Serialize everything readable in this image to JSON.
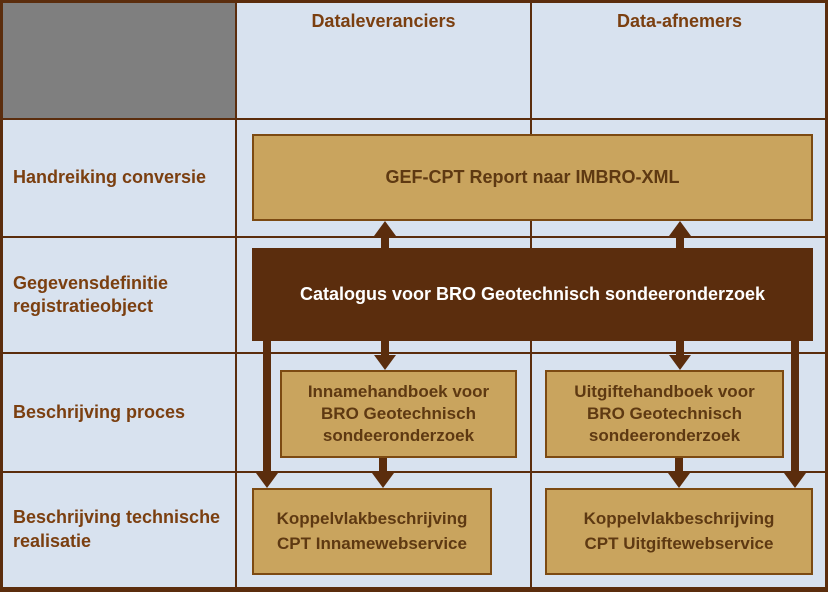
{
  "colors": {
    "background": "#D8E2EF",
    "grid_line": "#5B2D0D",
    "corner_fill": "#7F7F7F",
    "tan_fill": "#C9A45E",
    "tan_border": "#7C4A12",
    "dark_fill": "#5B2D0D",
    "heading_text": "#7B3F10",
    "box_text": "#5E3912",
    "inverse_text": "#FFFFFF"
  },
  "columns": [
    {
      "label": "Dataleveranciers"
    },
    {
      "label": "Data-afnemers"
    }
  ],
  "rows": [
    {
      "label": "Handreiking conversie"
    },
    {
      "label": "Gegevensdefinitie\nregistratieobject"
    },
    {
      "label": "Beschrijving proces"
    },
    {
      "label": "Beschrijving technische\nrealisatie"
    }
  ],
  "boxes": {
    "gef_cpt": {
      "label": "GEF-CPT Report naar IMBRO-XML"
    },
    "catalogus": {
      "label": "Catalogus voor BRO Geotechnisch sondeeronderzoek"
    },
    "innamehandboek": {
      "label": "Innamehandboek voor\nBRO Geotechnisch\nsondeeronderzoek"
    },
    "uitgiftehandboek": {
      "label": "Uitgiftehandboek voor\nBRO Geotechnisch\nsondeeronderzoek"
    },
    "koppelvlak_inname": {
      "label": "Koppelvlakbeschrijving\nCPT Innamewebservice"
    },
    "koppelvlak_uitgifte": {
      "label": "Koppelvlakbeschrijving\nCPT Uitgiftewebservice"
    }
  }
}
